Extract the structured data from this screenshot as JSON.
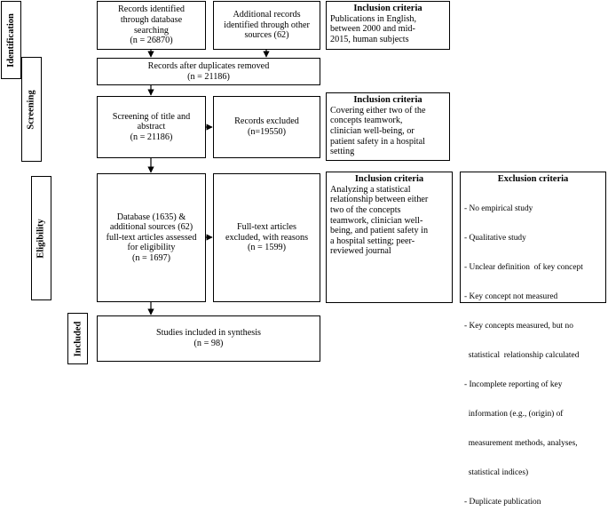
{
  "stages": {
    "identification": "Identification",
    "screening": "Screening",
    "eligibility": "Eligibility",
    "included": "Included"
  },
  "boxes": {
    "database_records": {
      "line1": "Records identified",
      "line2": "through database",
      "line3": "searching",
      "count": "(n = 26870)"
    },
    "additional_records": {
      "line1": "Additional records",
      "line2": "identified through other",
      "line3": "sources (62)"
    },
    "duplicates_removed": {
      "line1": "Records after duplicates removed",
      "count": "(n = 21186)"
    },
    "screening": {
      "line1": "Screening of title and",
      "line2": "abstract",
      "count": "(n = 21186)"
    },
    "records_excluded": {
      "line1": "Records excluded",
      "count": "(n=19550)"
    },
    "fulltext_assessed": {
      "line1": "Database (1635) &",
      "line2": "additional sources (62)",
      "line3": "full-text articles assessed",
      "line4": "for eligibility",
      "count": "(n = 1697)"
    },
    "fulltext_excluded": {
      "line1": "Full-text articles",
      "line2": "excluded, with reasons",
      "count": "(n = 1599)"
    },
    "included": {
      "line1": "Studies included in synthesis",
      "count": "(n = 98)"
    }
  },
  "criteria": {
    "identification_inclusion": {
      "heading": "Inclusion criteria",
      "lines": [
        "Publications in English,",
        "between 2000 and mid-",
        "2015, human subjects"
      ]
    },
    "screening_inclusion": {
      "heading": "Inclusion criteria",
      "lines": [
        "Covering either two of the",
        "concepts teamwork,",
        "clinician well-being, or",
        "patient safety in a hospital",
        "setting"
      ]
    },
    "eligibility_inclusion": {
      "heading": "Inclusion criteria",
      "lines": [
        "Analyzing a statistical",
        "relationship between either",
        "two of the concepts",
        "teamwork, clinician well-",
        "being, and patient safety in",
        "a hospital setting;  peer-",
        "reviewed journal"
      ]
    },
    "eligibility_exclusion": {
      "heading": "Exclusion criteria",
      "lines": [
        "- No empirical study",
        "- Qualitative study",
        "- Unclear definition  of key concept",
        "- Key concept not measured",
        "- Key concepts measured, but no",
        "  statistical  relationship calculated",
        "- Incomplete reporting of key",
        "  information (e.g., (origin) of",
        "  measurement methods, analyses,",
        "  statistical indices)",
        "- Duplicate publication"
      ]
    }
  }
}
